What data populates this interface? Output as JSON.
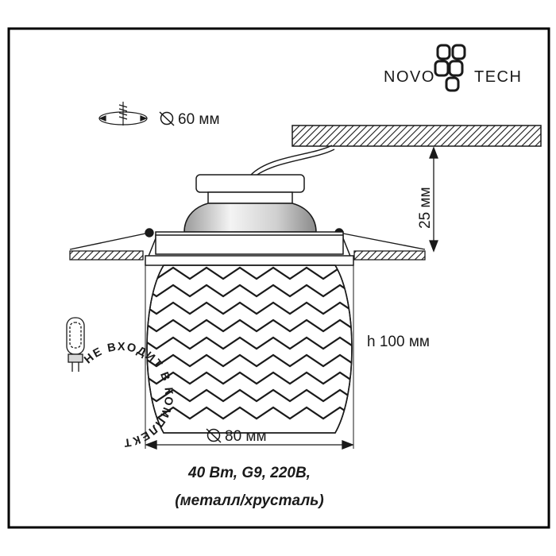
{
  "brand": {
    "name_left": "NOVO",
    "name_right": "TECH"
  },
  "cutout": {
    "symbol": "diameter-icon",
    "value": "60 мм"
  },
  "recess_depth": {
    "value": "25 мм"
  },
  "height": {
    "value": "h 100 мм"
  },
  "diameter": {
    "symbol": "diameter-icon",
    "value": "80 мм"
  },
  "specs": {
    "line1": "40 Вт, G9, 220В,",
    "line2": "(металл/хрусталь)"
  },
  "lamp_badge": {
    "text": "НЕ ВХОДИТ В КОМПЛЕКТ",
    "icon": "g9-bulb-icon"
  },
  "colors": {
    "frame": "#000000",
    "ink": "#1a1a1a",
    "background": "#ffffff"
  }
}
